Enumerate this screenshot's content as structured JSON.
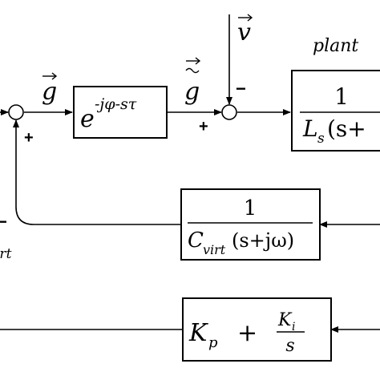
{
  "labels": {
    "plant": "plant",
    "g_vec": "g",
    "g_tilde": "g",
    "v_vec": "v",
    "virt_fragment": "irt",
    "sign_plus_bottom_left": "+",
    "sign_plus_middle": "+",
    "sign_minus_top": "−",
    "sign_minus_left": "−"
  },
  "delay_block": {
    "base": "e",
    "exponent": "-jφ-sτ"
  },
  "plant_block": {
    "numerator": "1",
    "L": "L",
    "L_sub": "s",
    "paren": "(s+"
  },
  "cvirt_block": {
    "numerator": "1",
    "C": "C",
    "C_sub": "virt",
    "paren": "(s+jω)"
  },
  "pi_block": {
    "Kp": "K",
    "Kp_sub": "p",
    "plus": "+",
    "Ki": "K",
    "Ki_sub": "i",
    "s": "s"
  },
  "colors": {
    "line": "#000000",
    "background": "#ffffff"
  }
}
